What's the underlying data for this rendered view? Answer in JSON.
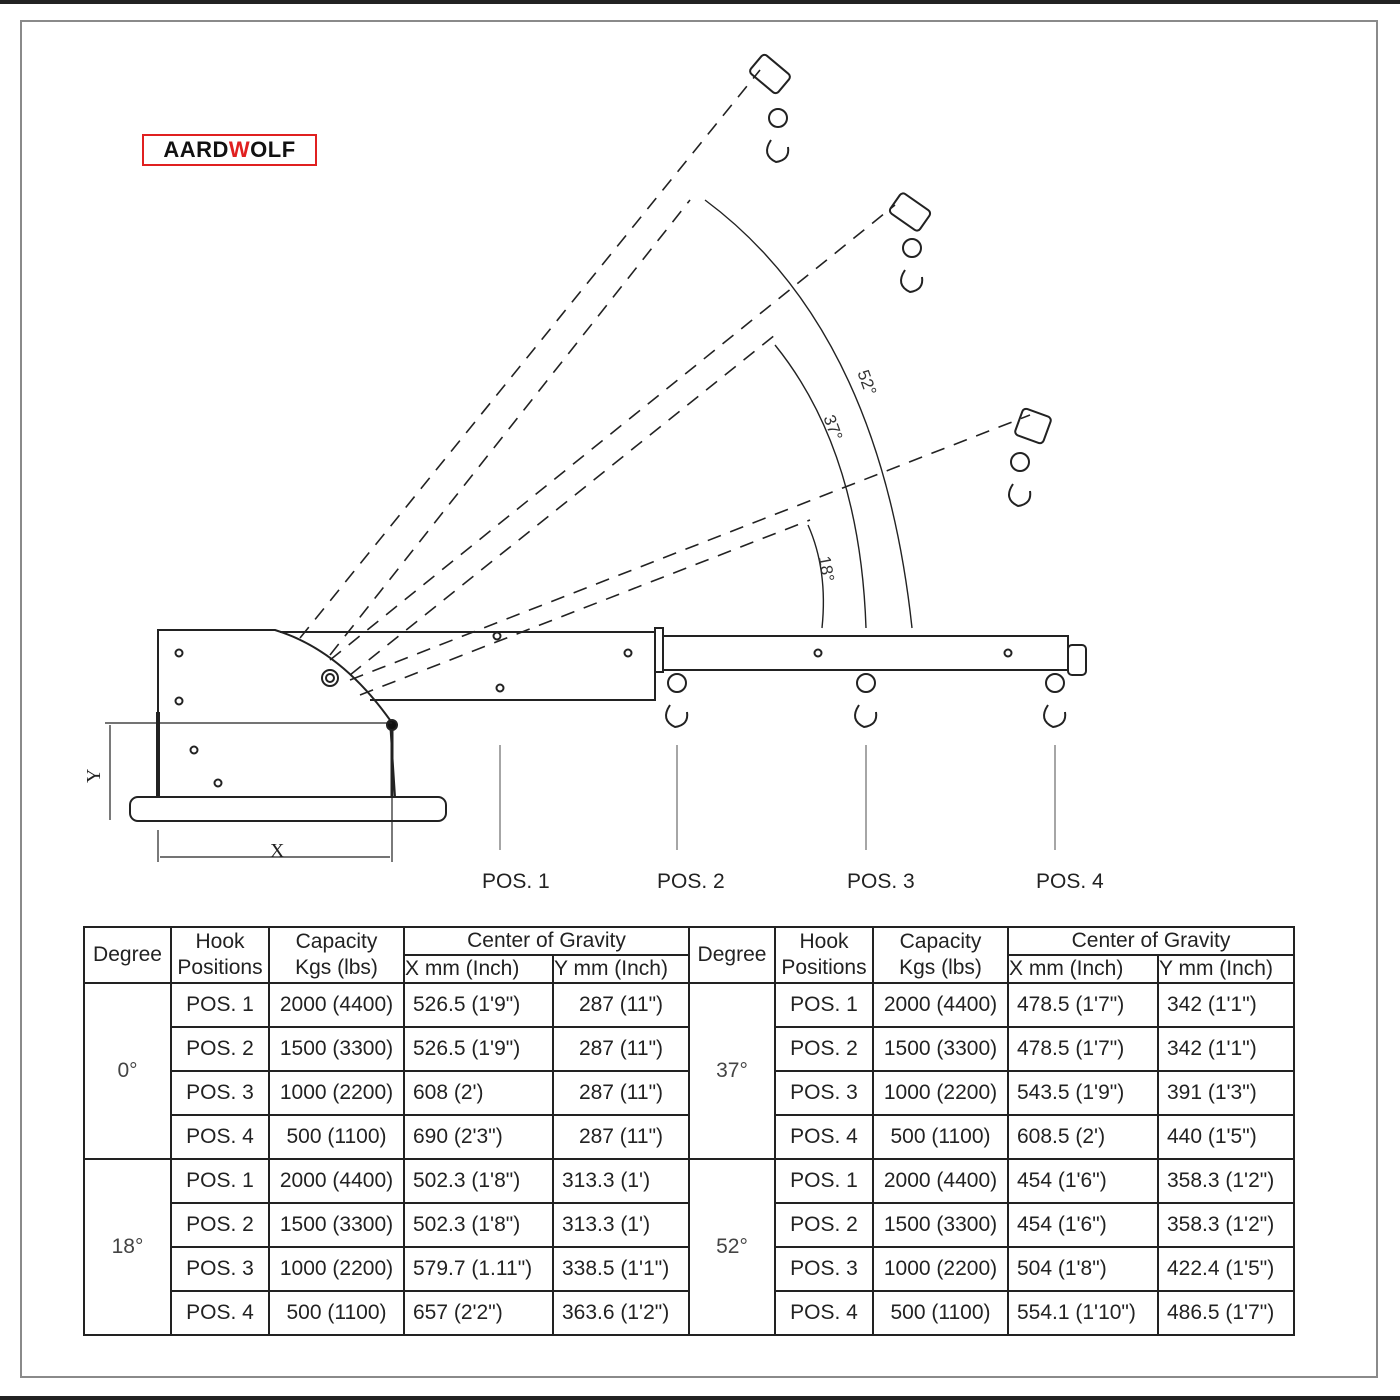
{
  "logo": {
    "text_left": "AARD",
    "text_wolf": "W",
    "text_right": "OLF",
    "color": "#e02020"
  },
  "diagram": {
    "angles": [
      "18°",
      "37°",
      "52°"
    ],
    "dimension_labels": {
      "x": "X",
      "y": "Y"
    },
    "positions": [
      "POS. 1",
      "POS. 2",
      "POS. 3",
      "POS. 4"
    ]
  },
  "table": {
    "headers": {
      "degree": "Degree",
      "hook_positions_line1": "Hook",
      "hook_positions_line2": "Positions",
      "capacity_line1": "Capacity",
      "capacity_line2": "Kgs (lbs)",
      "center_of_gravity": "Center of Gravity",
      "x_col": "X mm (Inch)",
      "y_col": "Y mm (Inch)"
    },
    "left": [
      {
        "degree": "0°",
        "rows": [
          {
            "pos": "POS. 1",
            "capacity": "2000 (4400)",
            "x": "526.5 (1'9\")",
            "y": "287 (11\")"
          },
          {
            "pos": "POS. 2",
            "capacity": "1500 (3300)",
            "x": "526.5 (1'9\")",
            "y": "287 (11\")"
          },
          {
            "pos": "POS. 3",
            "capacity": "1000 (2200)",
            "x": "608 (2')",
            "y": "287 (11\")"
          },
          {
            "pos": "POS. 4",
            "capacity": "500 (1100)",
            "x": "690 (2'3\")",
            "y": "287 (11\")"
          }
        ]
      },
      {
        "degree": "18°",
        "rows": [
          {
            "pos": "POS. 1",
            "capacity": "2000 (4400)",
            "x": "502.3 (1'8\")",
            "y": "313.3 (1')"
          },
          {
            "pos": "POS. 2",
            "capacity": "1500 (3300)",
            "x": "502.3 (1'8\")",
            "y": "313.3 (1')"
          },
          {
            "pos": "POS. 3",
            "capacity": "1000 (2200)",
            "x": "579.7 (1.11\")",
            "y": "338.5 (1'1\")"
          },
          {
            "pos": "POS. 4",
            "capacity": "500 (1100)",
            "x": "657 (2'2\")",
            "y": "363.6 (1'2\")"
          }
        ]
      }
    ],
    "right": [
      {
        "degree": "37°",
        "rows": [
          {
            "pos": "POS. 1",
            "capacity": "2000 (4400)",
            "x": "478.5 (1'7\")",
            "y": "342 (1'1\")"
          },
          {
            "pos": "POS. 2",
            "capacity": "1500 (3300)",
            "x": "478.5 (1'7\")",
            "y": "342 (1'1\")"
          },
          {
            "pos": "POS. 3",
            "capacity": "1000 (2200)",
            "x": "543.5 (1'9\")",
            "y": "391 (1'3\")"
          },
          {
            "pos": "POS. 4",
            "capacity": "500 (1100)",
            "x": "608.5 (2')",
            "y": "440 (1'5\")"
          }
        ]
      },
      {
        "degree": "52°",
        "rows": [
          {
            "pos": "POS. 1",
            "capacity": "2000 (4400)",
            "x": "454 (1'6\")",
            "y": "358.3 (1'2\")"
          },
          {
            "pos": "POS. 2",
            "capacity": "1500 (3300)",
            "x": "454 (1'6\")",
            "y": "358.3 (1'2\")"
          },
          {
            "pos": "POS. 3",
            "capacity": "1000 (2200)",
            "x": "504 (1'8\")",
            "y": "422.4 (1'5\")"
          },
          {
            "pos": "POS. 4",
            "capacity": "500 (1100)",
            "x": "554.1 (1'10\")",
            "y": "486.5 (1'7\")"
          }
        ]
      }
    ]
  }
}
